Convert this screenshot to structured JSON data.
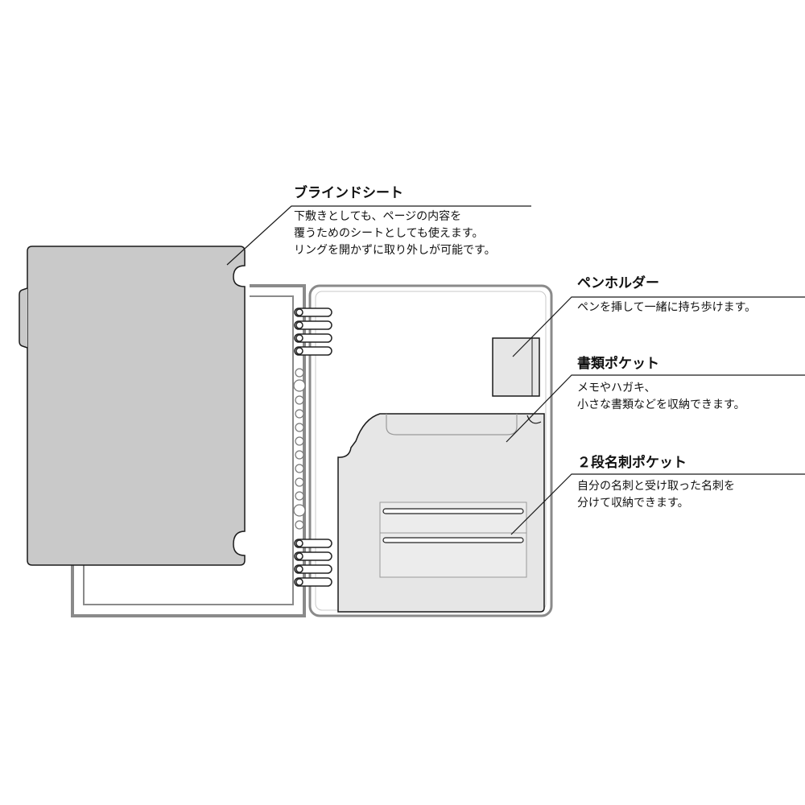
{
  "callouts": {
    "blind_sheet": {
      "title": "ブラインドシート",
      "lines": [
        "下敷きとしても、ページの内容を",
        "覆うためのシートとしても使えます。",
        "リングを開かずに取り外しが可能です。"
      ]
    },
    "pen_holder": {
      "title": "ペンホルダー",
      "lines": [
        "ペンを挿して一緒に持ち歩けます。"
      ]
    },
    "document_pocket": {
      "title": "書類ポケット",
      "lines": [
        "メモやハガキ、",
        "小さな書類などを収納できます。"
      ]
    },
    "card_pocket": {
      "title": "２段名刺ポケット",
      "lines": [
        "自分の名刺と受け取った名刺を",
        "分けて収納できます。"
      ]
    }
  },
  "colors": {
    "line": "#1a1a1a",
    "sheet_fill": "#c9c9c9",
    "pocket_fill": "#e6e6e6",
    "frame": "#8a8a8a"
  }
}
